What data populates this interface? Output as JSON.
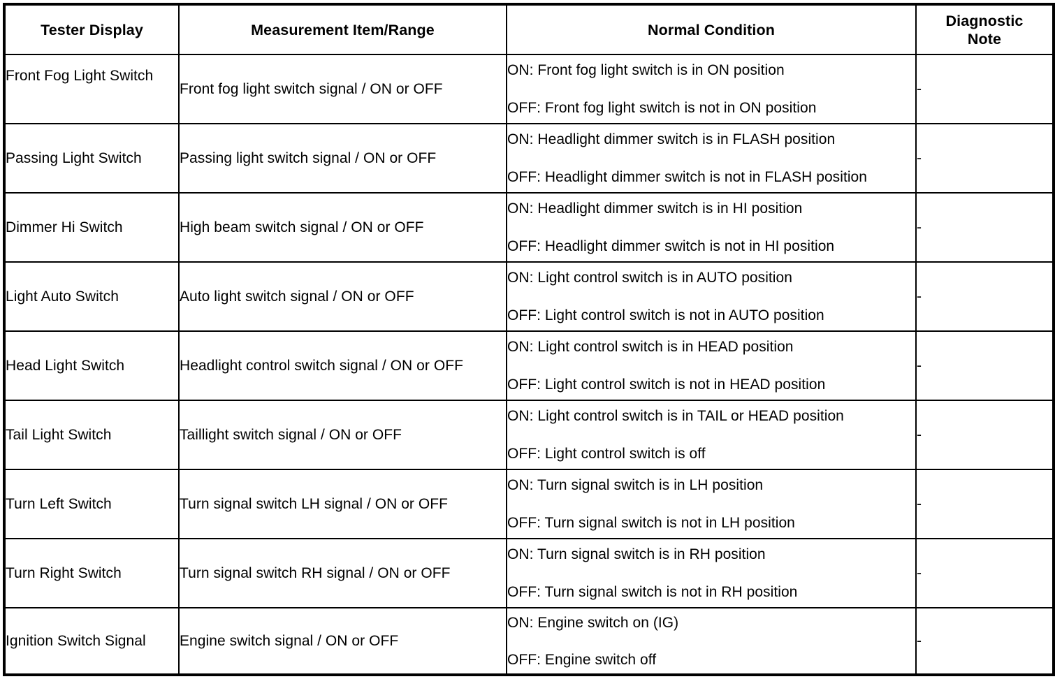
{
  "table": {
    "headers": [
      {
        "id": "tester-display",
        "label": "Tester Display"
      },
      {
        "id": "measurement-item-range",
        "label": "Measurement Item/Range"
      },
      {
        "id": "normal-condition",
        "label": "Normal Condition"
      },
      {
        "id": "diagnostic-note",
        "label_line1": "Diagnostic",
        "label_line2": "Note"
      }
    ],
    "rows": [
      {
        "tester_display": "Front Fog Light Switch",
        "measurement_item": "Front fog light switch signal / ON or OFF",
        "normal_on": "ON: Front fog light switch is in ON position",
        "normal_off": "OFF: Front fog light switch is not in ON position",
        "diagnostic_note": "-"
      },
      {
        "tester_display": "Passing Light Switch",
        "measurement_item": "Passing light switch signal / ON or OFF",
        "normal_on": "ON: Headlight dimmer switch is in FLASH position",
        "normal_off": "OFF: Headlight dimmer switch is not in FLASH position",
        "diagnostic_note": "-"
      },
      {
        "tester_display": "Dimmer Hi Switch",
        "measurement_item": "High beam switch signal / ON or OFF",
        "normal_on": "ON: Headlight dimmer switch is in HI position",
        "normal_off": "OFF: Headlight dimmer switch is not in HI position",
        "diagnostic_note": "-"
      },
      {
        "tester_display": "Light Auto Switch",
        "measurement_item": "Auto light switch signal / ON or OFF",
        "normal_on": "ON: Light control switch is in AUTO position",
        "normal_off": "OFF: Light control switch is not in AUTO position",
        "diagnostic_note": "-"
      },
      {
        "tester_display": "Head Light Switch",
        "measurement_item": "Headlight control switch signal / ON or OFF",
        "normal_on": "ON: Light control switch is in HEAD position",
        "normal_off": "OFF: Light control switch is not in HEAD position",
        "diagnostic_note": "-"
      },
      {
        "tester_display": "Tail Light Switch",
        "measurement_item": "Taillight switch signal / ON or OFF",
        "normal_on": "ON: Light control switch is in TAIL or HEAD position",
        "normal_off": "OFF: Light control switch is off",
        "diagnostic_note": "-"
      },
      {
        "tester_display": "Turn Left Switch",
        "measurement_item": "Turn signal switch LH signal / ON or OFF",
        "normal_on": "ON: Turn signal switch is in LH position",
        "normal_off": "OFF: Turn signal switch is not in LH position",
        "diagnostic_note": "-"
      },
      {
        "tester_display": "Turn Right Switch",
        "measurement_item": "Turn signal switch RH signal / ON or OFF",
        "normal_on": "ON: Turn signal switch is in RH position",
        "normal_off": "OFF: Turn signal switch is not in RH position",
        "diagnostic_note": "-"
      },
      {
        "tester_display": "Ignition Switch Signal",
        "measurement_item": "Engine switch signal / ON or OFF",
        "normal_on": "ON: Engine switch on (IG)",
        "normal_off": "OFF: Engine switch off",
        "diagnostic_note": "-"
      }
    ]
  }
}
